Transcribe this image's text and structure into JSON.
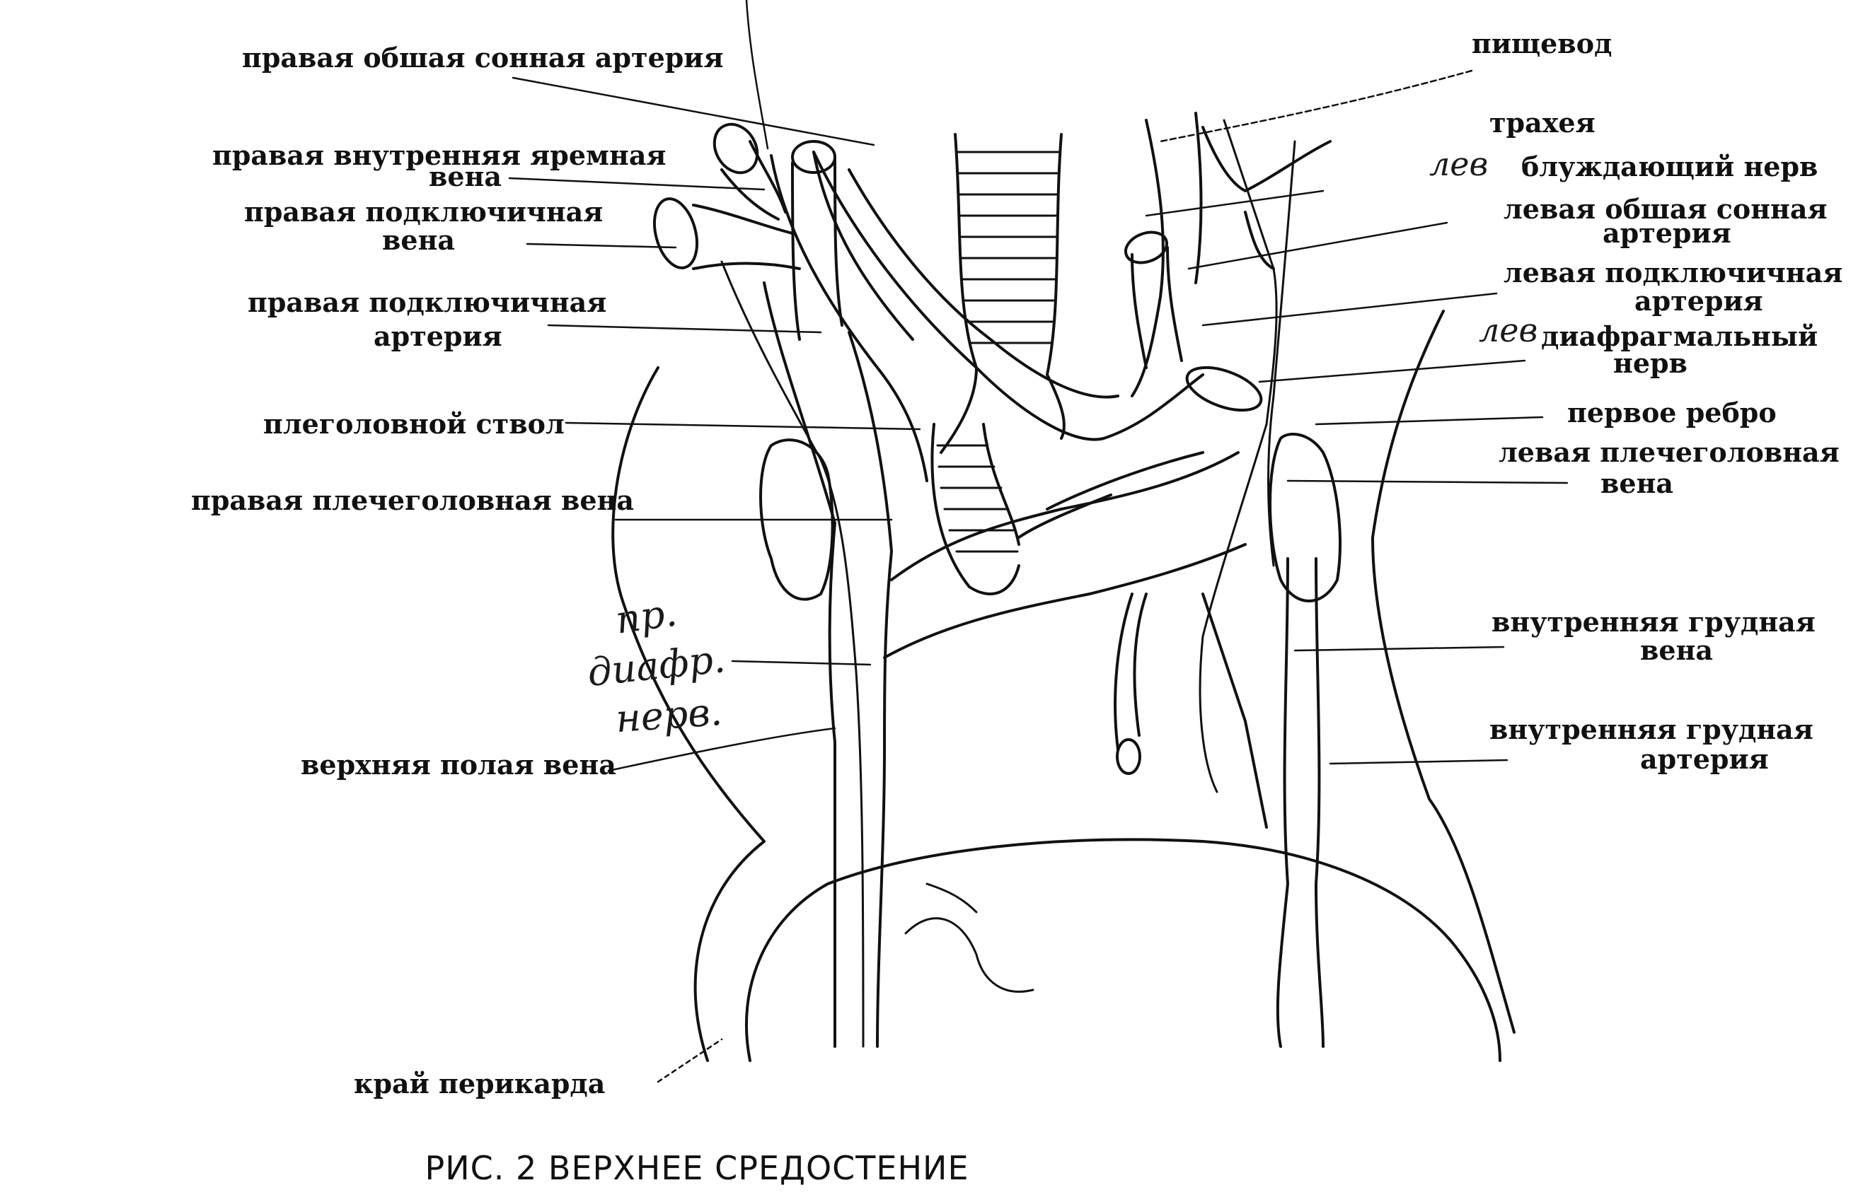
{
  "labels": {
    "right_common_carotid": "правая обшая сонная артерия",
    "right_internal_jugular_l1": "правая внутренняя яремная",
    "right_internal_jugular_l2": "вена",
    "right_subclavian_vein_l1": "правая подключичная",
    "right_subclavian_vein_l2": "вена",
    "right_subclavian_artery_l1": "правая подключичная",
    "right_subclavian_artery_l2": "артерия",
    "brachiocephalic_trunk": "плеголовной ствол",
    "right_brachiocephalic_vein": "правая плечеголовная вена",
    "superior_vena_cava": "верхняя полая вена",
    "pericardium_edge": "край перикарда",
    "esophagus": "пищевод",
    "trachea": "трахея",
    "vagus_nerve": "блуждающий нерв",
    "left_common_carotid_l1": "левая обшая сонная",
    "left_common_carotid_l2": "артерия",
    "left_subclavian_artery_l1": "левая подключичная",
    "left_subclavian_artery_l2": "артерия",
    "phrenic_nerve_l1": "диафрагмальный",
    "phrenic_nerve_l2": "нерв",
    "first_rib": "первое ребро",
    "left_brachiocephalic_vein_l1": "левая плечеголовная",
    "left_brachiocephalic_vein_l2": "вена",
    "internal_thoracic_vein_l1": "внутренняя грудная",
    "internal_thoracic_vein_l2": "вена",
    "internal_thoracic_artery_l1": "внутренняя грудная",
    "internal_thoracic_artery_l2": "артерия"
  },
  "handwriting": {
    "vagus_left": "лев",
    "phrenic_left": "лев",
    "right_phrenic_l1": "пр.",
    "right_phrenic_l2": "диафр.",
    "right_phrenic_l3": "нерв."
  },
  "caption": "РИС. 2 ВЕРХНЕЕ СРЕДОСТЕНИЕ"
}
